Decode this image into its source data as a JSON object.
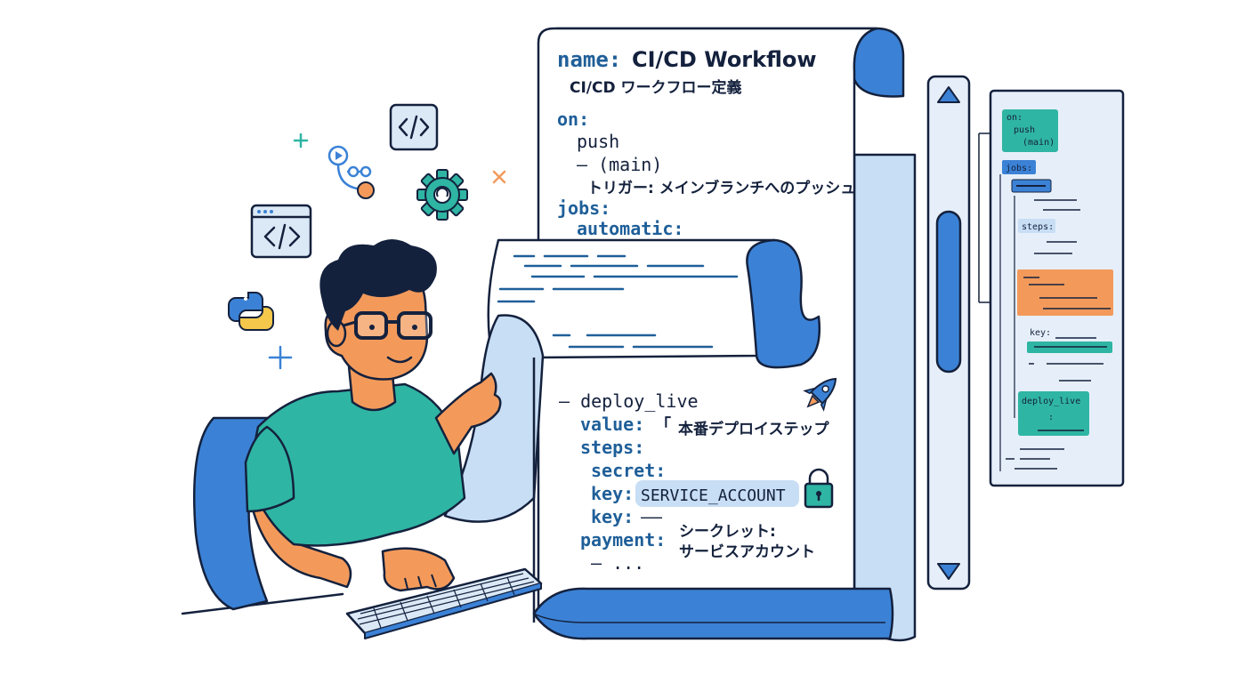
{
  "colors": {
    "outline": "#14213d",
    "blue": "#3b82d6",
    "light_blue": "#c8def5",
    "teal": "#2fb5a3",
    "orange": "#f39a5b",
    "key_text": "#1f5f99"
  },
  "icons": [
    "code-window-icon",
    "code-tag-icon",
    "git-branch-icon",
    "gear-icon",
    "python-icon",
    "rocket-icon",
    "lock-icon",
    "plus-icon",
    "cross-icon",
    "scroll-up-icon",
    "scroll-down-icon"
  ],
  "main_doc": {
    "name_key": "name:",
    "name_value": "CI/CD Workflow",
    "name_caption": "CI/CD ワークフロー定義",
    "on_key": "on:",
    "push": "push",
    "main_branch": "– (main)",
    "trigger_caption": "トリガー: メインブランチへのプッシュ",
    "jobs_key": "jobs:",
    "automatic_key": "automatic:"
  },
  "lower_doc": {
    "deploy_live": "– deploy_live",
    "value_key": "value:",
    "value_bracket": "「",
    "value_caption": "本番デプロイステップ",
    "steps_key": "steps:",
    "secret_key": "secret:",
    "key_label": "key:",
    "service_account": "SERVICE_ACCOUNT",
    "key2_label": "key:",
    "key2_value": "––",
    "payment_key": "payment:",
    "ellipsis": "– ...",
    "secret_caption_1": "シークレット:",
    "secret_caption_2": "サービスアカウント"
  },
  "minimap": {
    "on": "on:",
    "push": "push",
    "main": "(main)",
    "jobs": "jobs:",
    "steps": "steps:",
    "key": "key:",
    "deploy_live": "deploy_live",
    "colon": ":"
  }
}
